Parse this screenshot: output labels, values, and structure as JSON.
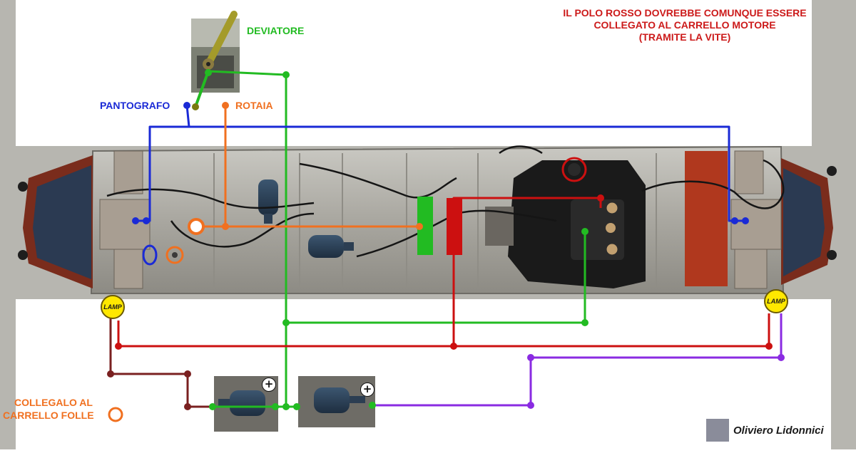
{
  "labels": {
    "deviatore": "DEVIATORE",
    "pantografo": "PANTOGRAFO",
    "rotaia": "ROTAIA",
    "collegalo_line1": "COLLEGALO AL",
    "collegalo_line2": "CARRELLO FOLLE",
    "lamp_left": "LAMP",
    "lamp_right": "LAMP",
    "plus_left": "+",
    "plus_right": "+",
    "author": "Oliviero Lidonnici"
  },
  "note": {
    "line1": "IL POLO ROSSO DOVREBBE COMUNQUE ESSERE",
    "line2": "COLLEGATO AL CARRELLO MOTORE",
    "line3": "(TRAMITE LA VITE)"
  },
  "colors": {
    "green": "#22bb22",
    "blue": "#1a2ad6",
    "orange": "#f07020",
    "red": "#cc1010",
    "brown": "#7a2020",
    "purple": "#8a2be2",
    "olive": "#7a7a10",
    "note_red": "#cc1a1a"
  }
}
